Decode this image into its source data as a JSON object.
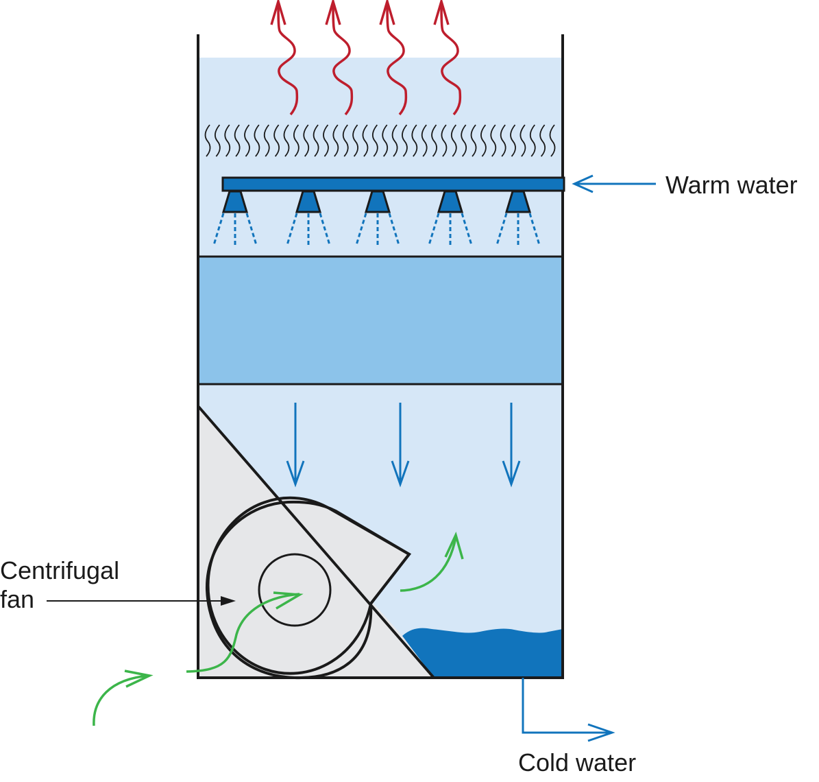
{
  "title": "Cooling tower with centrifugal fan",
  "labels": {
    "warm_water": "Warm water",
    "fan_line1": "Centrifugal",
    "fan_line2": "fan",
    "cold_water": "Cold water"
  },
  "colors": {
    "outline": "#1a1a1a",
    "air_light": "#d6e7f7",
    "fill_media": "#8cc3ea",
    "water_blue": "#1174bc",
    "fan_housing": "#e6e7e9",
    "heat_red": "#be1e2d",
    "air_green": "#3cb54a"
  },
  "components": {
    "nozzles": 5,
    "heat_plumes": 4,
    "falling_water_arrows": 3,
    "mist_waves": 36
  }
}
